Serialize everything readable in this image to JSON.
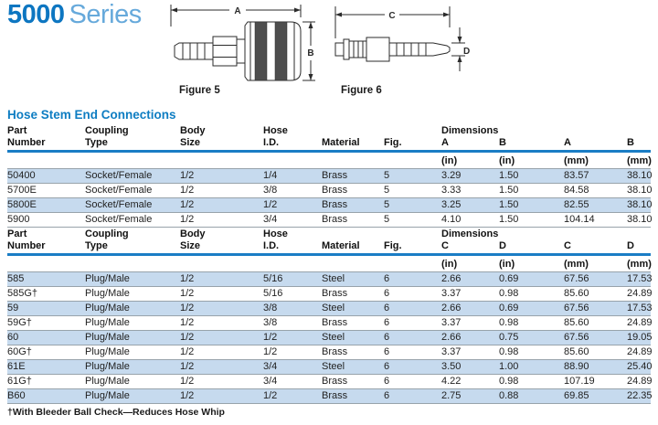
{
  "page": {
    "title_number": "5000",
    "title_word": "Series",
    "section_heading": "Hose Stem End Connections",
    "footnote": "†With Bleeder Ball Check—Reduces Hose Whip"
  },
  "figures": [
    {
      "label": "Figure 5",
      "dim_h": "A",
      "dim_v": "B"
    },
    {
      "label": "Figure 6",
      "dim_h": "C",
      "dim_v": "D"
    }
  ],
  "colors": {
    "title_blue": "#0d76c1",
    "title_light_blue": "#66a9db",
    "heading_blue": "#0e7dc2",
    "rule_blue": "#1a7dc5",
    "row_stripe_blue": "#c6daee"
  },
  "tables": [
    {
      "header_top": [
        "Part",
        "Coupling",
        "Body",
        "Hose",
        "Dimensions"
      ],
      "header_bottom": [
        "Number",
        "Type",
        "Size",
        "I.D.",
        "Material",
        "Fig.",
        "A",
        "B",
        "A",
        "B"
      ],
      "units": [
        "(in)",
        "(in)",
        "(mm)",
        "(mm)"
      ],
      "rows": [
        [
          "50400",
          "Socket/Female",
          "1/2",
          "1/4",
          "Brass",
          "5",
          "3.29",
          "1.50",
          "83.57",
          "38.10"
        ],
        [
          "5700E",
          "Socket/Female",
          "1/2",
          "3/8",
          "Brass",
          "5",
          "3.33",
          "1.50",
          "84.58",
          "38.10"
        ],
        [
          "5800E",
          "Socket/Female",
          "1/2",
          "1/2",
          "Brass",
          "5",
          "3.25",
          "1.50",
          "82.55",
          "38.10"
        ],
        [
          "5900",
          "Socket/Female",
          "1/2",
          "3/4",
          "Brass",
          "5",
          "4.10",
          "1.50",
          "104.14",
          "38.10"
        ]
      ]
    },
    {
      "header_top": [
        "Part",
        "Coupling",
        "Body",
        "Hose",
        "Dimensions"
      ],
      "header_bottom": [
        "Number",
        "Type",
        "Size",
        "I.D.",
        "Material",
        "Fig.",
        "C",
        "D",
        "C",
        "D"
      ],
      "units": [
        "(in)",
        "(in)",
        "(mm)",
        "(mm)"
      ],
      "rows": [
        [
          "585",
          "Plug/Male",
          "1/2",
          "5/16",
          "Steel",
          "6",
          "2.66",
          "0.69",
          "67.56",
          "17.53"
        ],
        [
          "585G†",
          "Plug/Male",
          "1/2",
          "5/16",
          "Brass",
          "6",
          "3.37",
          "0.98",
          "85.60",
          "24.89"
        ],
        [
          "59",
          "Plug/Male",
          "1/2",
          "3/8",
          "Steel",
          "6",
          "2.66",
          "0.69",
          "67.56",
          "17.53"
        ],
        [
          "59G†",
          "Plug/Male",
          "1/2",
          "3/8",
          "Brass",
          "6",
          "3.37",
          "0.98",
          "85.60",
          "24.89"
        ],
        [
          "60",
          "Plug/Male",
          "1/2",
          "1/2",
          "Steel",
          "6",
          "2.66",
          "0.75",
          "67.56",
          "19.05"
        ],
        [
          "60G†",
          "Plug/Male",
          "1/2",
          "1/2",
          "Brass",
          "6",
          "3.37",
          "0.98",
          "85.60",
          "24.89"
        ],
        [
          "61E",
          "Plug/Male",
          "1/2",
          "3/4",
          "Steel",
          "6",
          "3.50",
          "1.00",
          "88.90",
          "25.40"
        ],
        [
          "61G†",
          "Plug/Male",
          "1/2",
          "3/4",
          "Brass",
          "6",
          "4.22",
          "0.98",
          "107.19",
          "24.89"
        ],
        [
          "B60",
          "Plug/Male",
          "1/2",
          "1/2",
          "Brass",
          "6",
          "2.75",
          "0.88",
          "69.85",
          "22.35"
        ]
      ]
    }
  ]
}
